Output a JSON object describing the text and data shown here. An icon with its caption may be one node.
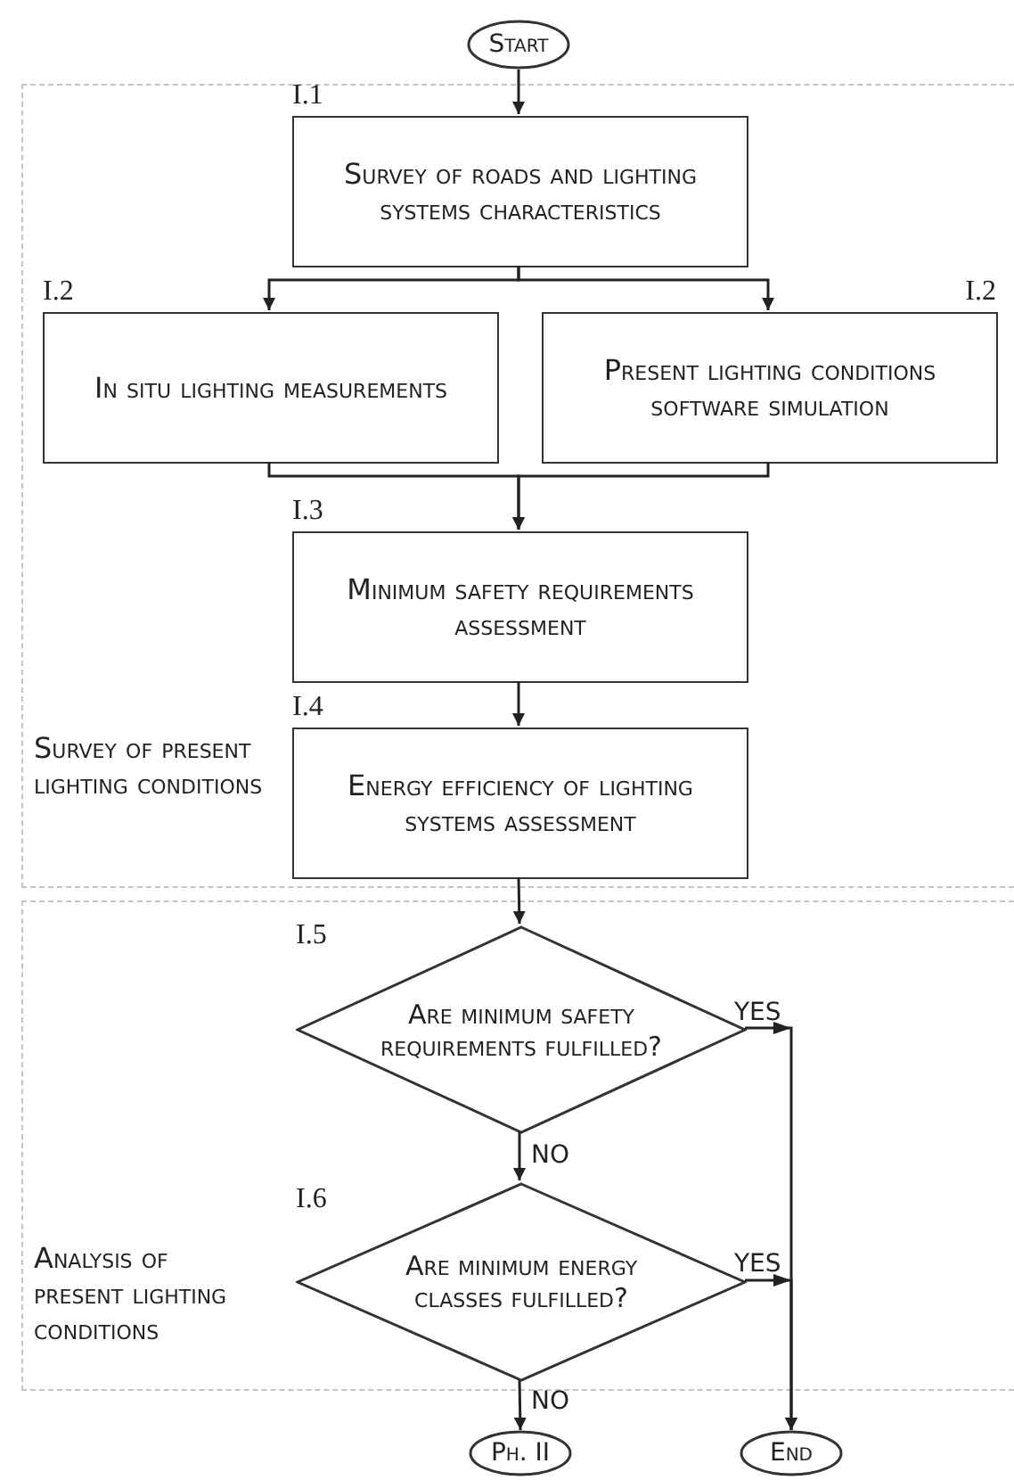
{
  "diagram": {
    "nodes": [
      {
        "text": [
          "Start"
        ]
      },
      {
        "text": [
          "Survey of present lighting conditions"
        ]
      },
      {
        "text": [
          "Survey of roads and lighting systems characteristics"
        ],
        "in": 1,
        "beside": [
          "I.1"
        ]
      },
      {
        "text": [
          "In situ lighting measurements"
        ],
        "in": 1,
        "beside": [
          "I.2"
        ]
      },
      {
        "text": [
          "Present lighting conditions software simulation"
        ],
        "in": 1,
        "beside": [
          "I.2"
        ]
      },
      {
        "text": [
          "Minimum safety requirements assessment"
        ],
        "in": 1,
        "beside": [
          "I.3"
        ]
      },
      {
        "text": [
          "Energy efficiency of lighting systems assessment"
        ],
        "in": 1,
        "beside": [
          "I.4"
        ]
      },
      {
        "text": [
          "Analysis of present lighting conditions"
        ]
      },
      {
        "text": [
          "Are minimum safety requirements fulfilled?"
        ],
        "in": 7,
        "beside": [
          "I.5"
        ]
      },
      {
        "text": [
          "Are minimum energy classes fulfilled?"
        ],
        "in": 7,
        "beside": [
          "I.6"
        ]
      },
      {
        "text": [
          "Ph. II"
        ]
      },
      {
        "text": [
          "End"
        ]
      }
    ],
    "edges": [
      {
        "from": 0,
        "to": 2,
        "arrow": "to"
      },
      {
        "from": 2,
        "to": 3,
        "arrow": "to"
      },
      {
        "from": 2,
        "to": 4,
        "arrow": "to"
      },
      {
        "from": 3,
        "to": 5,
        "arrow": "to"
      },
      {
        "from": 4,
        "to": 5,
        "arrow": "to"
      },
      {
        "from": 5,
        "to": 6,
        "arrow": "to"
      },
      {
        "from": 6,
        "to": 8,
        "arrow": "to"
      },
      {
        "from": 8,
        "to": 11,
        "label": "YES",
        "arrow": "to"
      },
      {
        "from": 8,
        "to": 9,
        "label": "NO",
        "arrow": "to"
      },
      {
        "from": 9,
        "to": 11,
        "label": "YES",
        "arrow": "to"
      },
      {
        "from": 9,
        "to": 10,
        "label": "NO",
        "arrow": "to"
      }
    ]
  }
}
